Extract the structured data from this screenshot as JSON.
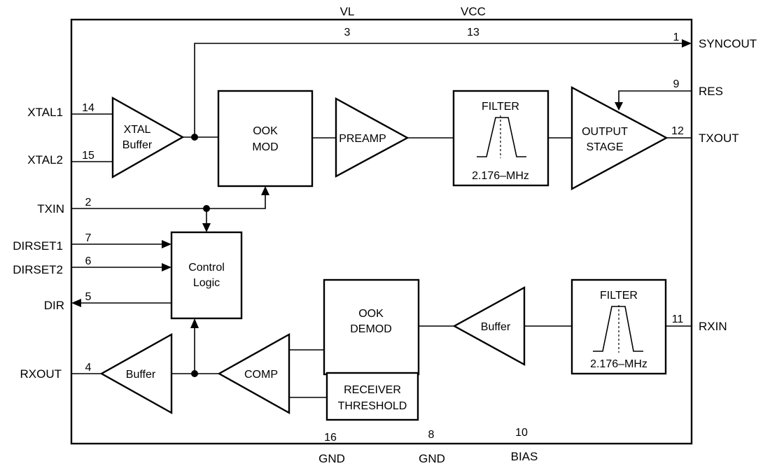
{
  "top_labels": {
    "vl": "VL",
    "vcc": "VCC"
  },
  "bottom_labels": {
    "gnd1": "GND",
    "gnd2": "GND",
    "bias": "BIAS"
  },
  "pins": {
    "vl": "3",
    "vcc": "13",
    "syncout": "1",
    "res": "9",
    "txout": "12",
    "xtal1": "14",
    "xtal2": "15",
    "txin": "2",
    "dirset1": "7",
    "dirset2": "6",
    "dir": "5",
    "rxout": "4",
    "rxin": "11",
    "gnd1": "16",
    "gnd2": "8",
    "bias": "10"
  },
  "signals": {
    "syncout": "SYNCOUT",
    "res": "RES",
    "txout": "TXOUT",
    "rxin": "RXIN",
    "xtal1": "XTAL1",
    "xtal2": "XTAL2",
    "txin": "TXIN",
    "dirset1": "DIRSET1",
    "dirset2": "DIRSET2",
    "dir": "DIR",
    "rxout": "RXOUT"
  },
  "blocks": {
    "xtal_buffer": [
      "XTAL",
      "Buffer"
    ],
    "ook_mod": [
      "OOK",
      "MOD"
    ],
    "preamp": "PREAMP",
    "tx_filter": {
      "title": "FILTER",
      "freq": "2.176–MHz"
    },
    "output_stage": [
      "OUTPUT",
      "STAGE"
    ],
    "control_logic": [
      "Control",
      "Logic"
    ],
    "ook_demod": [
      "OOK",
      "DEMOD"
    ],
    "rx_buffer": "Buffer",
    "rx_filter": {
      "title": "FILTER",
      "freq": "2.176–MHz"
    },
    "rxout_buffer": "Buffer",
    "comp": "COMP",
    "receiver_threshold": [
      "RECEIVER",
      "THRESHOLD"
    ]
  }
}
